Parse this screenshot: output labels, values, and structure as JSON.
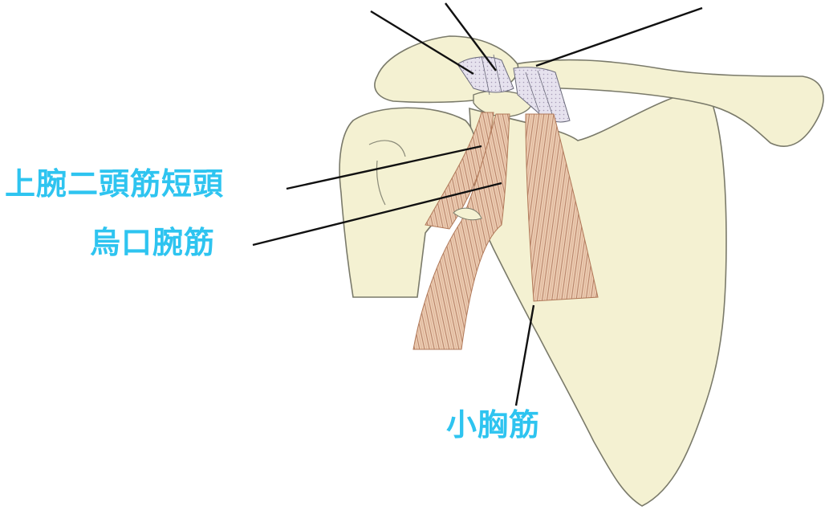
{
  "labels": {
    "biceps_short_head": "上腕二頭筋短頭",
    "coracobrachialis": "烏口腕筋",
    "pectoralis_minor": "小胸筋"
  },
  "colors": {
    "label_text": "#2ec4f0",
    "bone_fill": "#f4f1d2",
    "bone_stroke": "#7a7a6a",
    "muscle_fill": "#e8c4a8",
    "muscle_stroke": "#b07858",
    "ligament_fill": "#e4e0ec",
    "leader_line": "#111111"
  }
}
